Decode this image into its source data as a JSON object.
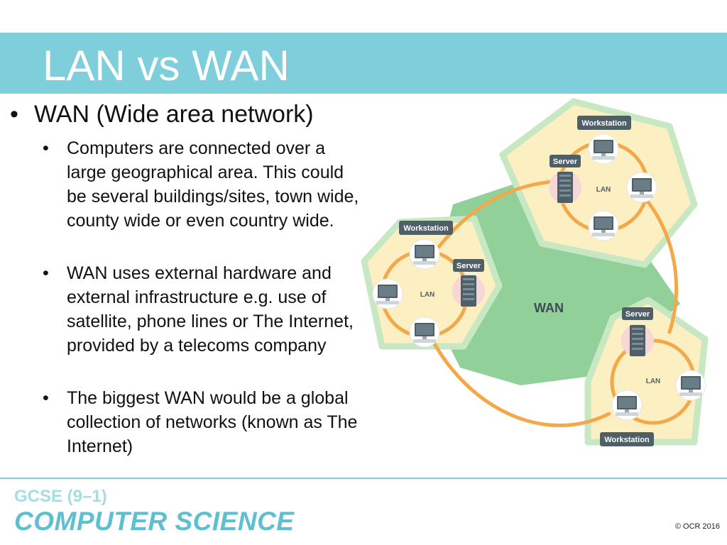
{
  "slide": {
    "title": "LAN vs WAN",
    "main_bullet": "WAN (Wide area network)",
    "sub_bullets": [
      "Computers are connected over a large geographical area. This could be several buildings/sites, town wide, county wide or even country wide.",
      "WAN uses external hardware and external infrastructure e.g. use of satellite, phone lines or The Internet, provided by a telecoms company",
      "The biggest WAN would be a global collection of networks (known as The Internet)"
    ],
    "bullet_glyph": "•"
  },
  "diagram": {
    "wan_label": "WAN",
    "lans": [
      {
        "label": "LAN",
        "server_tag": "Server",
        "workstation_tag": "Workstation"
      },
      {
        "label": "LAN",
        "server_tag": "Server",
        "workstation_tag": "Workstation"
      },
      {
        "label": "LAN",
        "server_tag": "Server",
        "workstation_tag": "Workstation"
      }
    ]
  },
  "footer": {
    "gcse": "GCSE (9–1)",
    "subject": "COMPUTER SCIENCE",
    "copyright": "© OCR 2016"
  },
  "colors": {
    "title_bar": "#7ecfdb",
    "wan_green": "#92d09a",
    "lan_fill": "#fcefc2",
    "lan_border": "#c8e8c4",
    "link_orange": "#f3a84a",
    "tag_bg": "#4f5f68"
  }
}
